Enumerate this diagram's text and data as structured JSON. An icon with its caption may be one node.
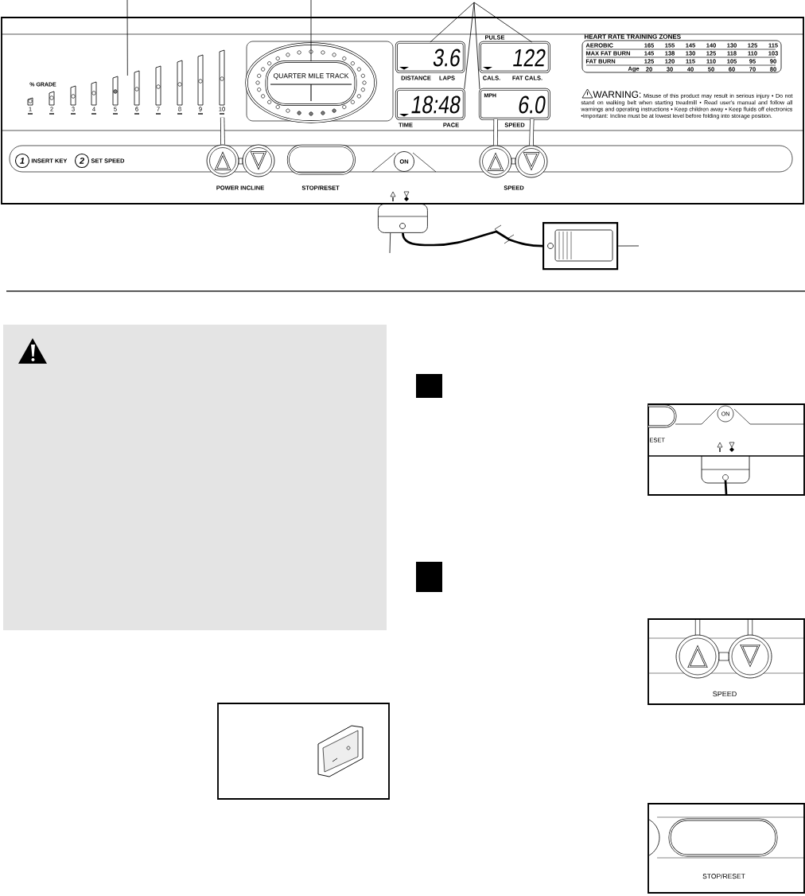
{
  "diagram": {
    "nodes": [
      {
        "text": [
          "% GRADE",
          "1",
          "2",
          "3",
          "4",
          "5",
          "6",
          "7",
          "8",
          "9",
          "10"
        ]
      },
      {
        "text": [
          "QUARTER MILE TRACK"
        ]
      },
      {
        "text": [
          "3.6"
        ],
        "beside": [
          "DISTANCE",
          "LAPS"
        ]
      },
      {
        "text": [
          "122"
        ],
        "beside": [
          "PULSE",
          "CALS.",
          "FAT CALS."
        ]
      },
      {
        "text": [
          "18:48"
        ],
        "beside": [
          "TIME",
          "PACE"
        ]
      },
      {
        "text": [
          "MPH",
          "6.0"
        ],
        "beside": [
          "SPEED"
        ]
      },
      {
        "text": [
          "1"
        ],
        "beside": [
          "INSERT KEY"
        ]
      },
      {
        "text": [
          "2"
        ],
        "beside": [
          "SET SPEED"
        ]
      },
      {
        "text": [],
        "shape": "circle"
      },
      {
        "text": [],
        "shape": "circle"
      },
      {
        "text": [
          "STOP/RESET"
        ]
      },
      {
        "text": [
          "ON"
        ]
      },
      {
        "text": [],
        "shape": "circle"
      },
      {
        "text": [],
        "shape": "circle"
      },
      {
        "text": [],
        "shape": "box"
      },
      {
        "text": [],
        "shape": "box"
      }
    ],
    "edges": [
      {
        "from": null,
        "to": 0,
        "arrow": "none"
      },
      {
        "from": null,
        "to": 1,
        "arrow": "none"
      },
      {
        "from": null,
        "to": 2,
        "arrow": "none"
      },
      {
        "from": null,
        "to": 4,
        "arrow": "none"
      },
      {
        "from": null,
        "to": 3,
        "arrow": "none"
      },
      {
        "from": null,
        "to": 5,
        "arrow": "none"
      },
      {
        "from": 14,
        "to": 15,
        "arrow": "none",
        "style": "thick"
      },
      {
        "from": null,
        "to": 14,
        "arrow": "none"
      },
      {
        "from": null,
        "to": 15,
        "arrow": "none"
      },
      {
        "from": 0,
        "to": 8,
        "arrow": "none",
        "style": "thick"
      },
      {
        "from": 5,
        "to": 12,
        "arrow": "none",
        "style": "thick"
      },
      {
        "from": 5,
        "to": 13,
        "arrow": "none",
        "style": "thick"
      }
    ],
    "labels": [
      "POWER INCLINE",
      "SPEED",
      "HEART RATE TRAINING ZONES",
      "AEROBIC",
      "165",
      "155",
      "145",
      "140",
      "130",
      "125",
      "115",
      "MAX FAT BURN",
      "145",
      "138",
      "130",
      "125",
      "118",
      "110",
      "103",
      "FAT BURN",
      "125",
      "120",
      "115",
      "110",
      "105",
      "95",
      "90",
      "Age",
      "20",
      "30",
      "40",
      "50",
      "60",
      "70",
      "80",
      "WARNING:",
      "Misuse of this product may result in serious injury • Do not stand on walking belt when starting treadmill • Read user's manual and follow all warnings and operating instructions • Keep children away • Keep fluids off electronics •Important: Incline must be at lowest level before folding into storage position.",
      "ON",
      "ESET",
      "SPEED",
      "STOP/RESET"
    ]
  }
}
